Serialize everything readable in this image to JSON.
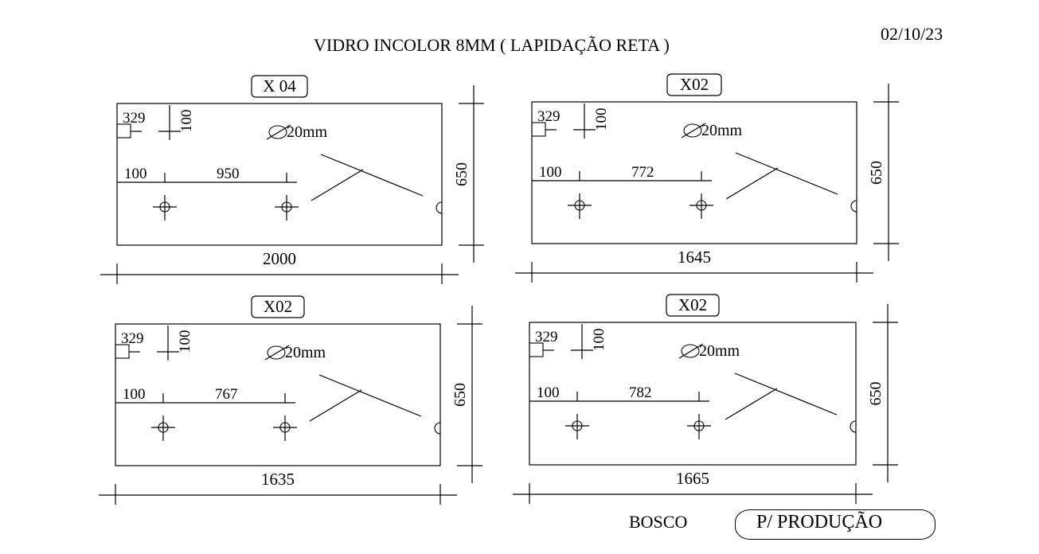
{
  "title": "VIDRO INCOLOR 8MM ( LAPIDAÇÃO RETA )",
  "date": "02/10/23",
  "client": "BOSCO",
  "status": "P/ PRODUÇÃO",
  "pieces": [
    {
      "quantity": "X 04",
      "width": "2000",
      "height": "650",
      "corner_offset": "329",
      "top_offset": "100",
      "hole_edge_distance": "100",
      "hole_spacing": "950",
      "hole_diameter": "20mm"
    },
    {
      "quantity": "X02",
      "width": "1645",
      "height": "650",
      "corner_offset": "329",
      "top_offset": "100",
      "hole_edge_distance": "100",
      "hole_spacing": "772",
      "hole_diameter": "20mm"
    },
    {
      "quantity": "X02",
      "width": "1635",
      "height": "650",
      "corner_offset": "329",
      "top_offset": "100",
      "hole_edge_distance": "100",
      "hole_spacing": "767",
      "hole_diameter": "20mm"
    },
    {
      "quantity": "X02",
      "width": "1665",
      "height": "650",
      "corner_offset": "329",
      "top_offset": "100",
      "hole_edge_distance": "100",
      "hole_spacing": "782",
      "hole_diameter": "20mm"
    }
  ]
}
